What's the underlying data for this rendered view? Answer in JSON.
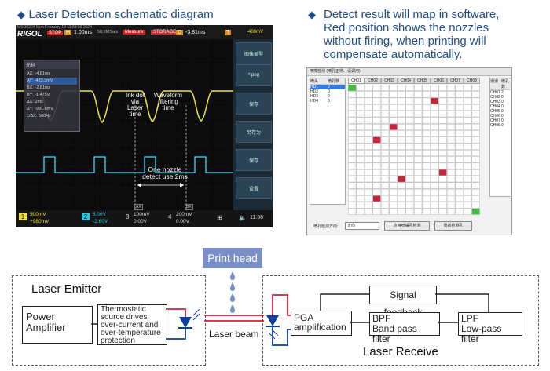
{
  "left_title": "Laser Detection schematic diagram",
  "right_title_lines": [
    "Detect result will map in software,",
    "Red position shows the nozzles",
    "without firing, when printing will",
    "compensate automatically."
  ],
  "scope": {
    "header": "MSO5204  Mon February 19 11:58:59 2024",
    "brand": "RIGOL",
    "stop": "STOP",
    "h_label": "H",
    "timebase": "1.00ms",
    "sample": "50.0MSa/s",
    "measure": "Measure",
    "storage": "STORAGE",
    "d_label": "D",
    "offset": "-3.81ms",
    "trig": "T",
    "trig_level": "-400mV",
    "annotations": {
      "ink_dot": [
        "Ink dot",
        "via",
        "Laser",
        "time"
      ],
      "waveform": [
        "Waveform",
        "filtering",
        "time"
      ],
      "nozzle": [
        "One nozzle",
        "detect use 2ms"
      ]
    },
    "panel": {
      "title": "光标",
      "rows": [
        "AX:   -4.81ms",
        "AY:   -483.3mV",
        "BX:   -2.81ms",
        "BY:   -1.475V",
        "ΔX:   2ms",
        "ΔY:   -991.6mV",
        "1/ΔX: 500Hz"
      ]
    },
    "side_buttons": [
      "图像类型",
      "*.png",
      "保存",
      "另存为",
      "保存",
      "设置"
    ],
    "cursor_ax": "AX",
    "cursor_bx": "BX",
    "ch1": "1",
    "ch1_scale": "500mV",
    "ch1_offset": "+980mV",
    "ch2": "2",
    "ch2_scale": "5.00V",
    "ch2_offset": "-2.60V",
    "ch3": "3",
    "ch3_scale": "100mV",
    "ch3_offset": "0.00V",
    "ch4": "4",
    "ch4_scale": "200mV",
    "ch4_offset": "0.00V",
    "time": "11:58"
  },
  "software": {
    "title": "喷嘴检测  (喷孔正常、请调用)",
    "col_headers": [
      "喷头",
      "喷孔数"
    ],
    "head_rows": [
      [
        "HD1",
        "2"
      ],
      [
        "HD2",
        "0"
      ],
      [
        "HD3",
        "0"
      ],
      [
        "HD4",
        "0"
      ]
    ],
    "channel_tabs": [
      "CH01",
      "CH02",
      "CH03",
      "CH04",
      "CH05",
      "CH06",
      "CH07",
      "CH08"
    ],
    "right_headers": [
      "通道",
      "喷孔数"
    ],
    "right_rows": [
      [
        "CH01",
        "2"
      ],
      [
        "CH02",
        "0"
      ],
      [
        "CH03",
        "0"
      ],
      [
        "CH04",
        "0"
      ],
      [
        "CH05",
        "0"
      ],
      [
        "CH06",
        "0"
      ],
      [
        "CH07",
        "0"
      ],
      [
        "CH08",
        "0"
      ]
    ],
    "select_label": "喷孔检测方向:",
    "select_value": "正向",
    "btn_apply": "应用喷嘴孔检测",
    "btn_reset": "重新检测孔"
  },
  "diagram": {
    "print_head": "Print head",
    "laser_emitter": "Laser Emitter",
    "power_amplifier": [
      "Power",
      "Amplifier"
    ],
    "thermostatic": [
      "Thermostatic",
      "source drives",
      "over-current and",
      "over-temperature",
      "protection"
    ],
    "laser_beam": "Laser beam",
    "pga": [
      "PGA",
      "amplification"
    ],
    "signal_feedback": "Signal feedback",
    "bpf": [
      "BPF",
      "Band pass filter"
    ],
    "lpf": [
      "LPF",
      "Low-pass filter"
    ],
    "laser_receive": "Laser Receive"
  },
  "colors": {
    "title_blue": "#1f4e8c",
    "print_head_bg": "#7b8fc7",
    "wire_red": "#d0203a",
    "wire_blue": "#0d3f9c",
    "trace_yellow": "#f2e33a",
    "trace_cyan": "#28c8e0",
    "bad_nozzle": "#c8243a",
    "good_nozzle": "#3fbf3f"
  }
}
